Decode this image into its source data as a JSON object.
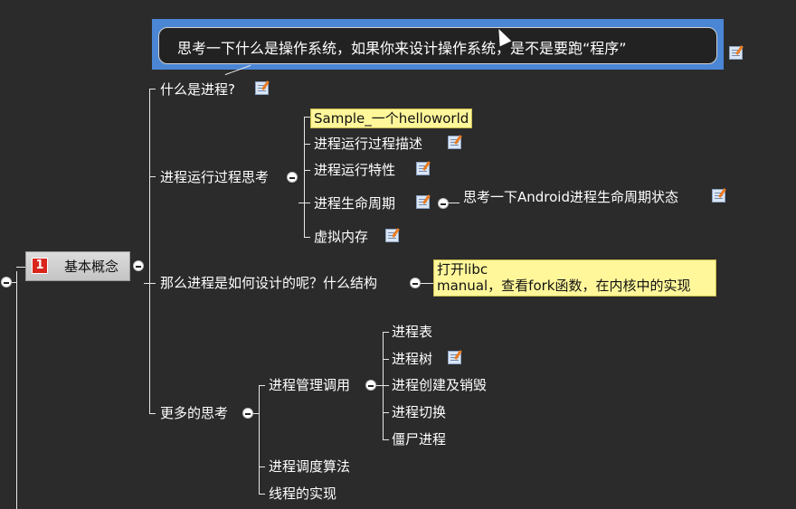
{
  "callout": {
    "text": "思考一下什么是操作系统，如果你来设计操作系统，是不是要跑“程序”"
  },
  "main_topic": {
    "badge": "1",
    "label": "基本概念"
  },
  "branches": {
    "what_is_process": "什么是进程?",
    "process_thinking": "进程运行过程思考",
    "sample": "Sample_一个helloworld",
    "run_desc": "进程运行过程描述",
    "run_traits": "进程运行特性",
    "lifecycle": "进程生命周期",
    "android_lifecycle": "思考一下Android进程生命周期状态",
    "virtual_memory": "虚拟内存",
    "how_designed": "那么进程是如何设计的呢？什么结构",
    "libc_note_line1": "打开libc",
    "libc_note_line2": "manual，查看fork函数，在内核中的实现",
    "more_thinking": "更多的思考",
    "process_mgmt": "进程管理调用",
    "process_table": "进程表",
    "process_tree": "进程树",
    "create_destroy": "进程创建及销毁",
    "switch": "进程切换",
    "zombie": "僵尸进程",
    "scheduling": "进程调度算法",
    "thread_impl": "线程的实现"
  },
  "icons": {
    "note": "note-icon",
    "collapse": "collapse-toggle-icon",
    "cursor": "mouse-cursor-icon"
  },
  "colors": {
    "background": "#2b2b2b",
    "callout_border": "#4a86d4",
    "highlight": "#fff79a",
    "badge": "#d9261c"
  }
}
